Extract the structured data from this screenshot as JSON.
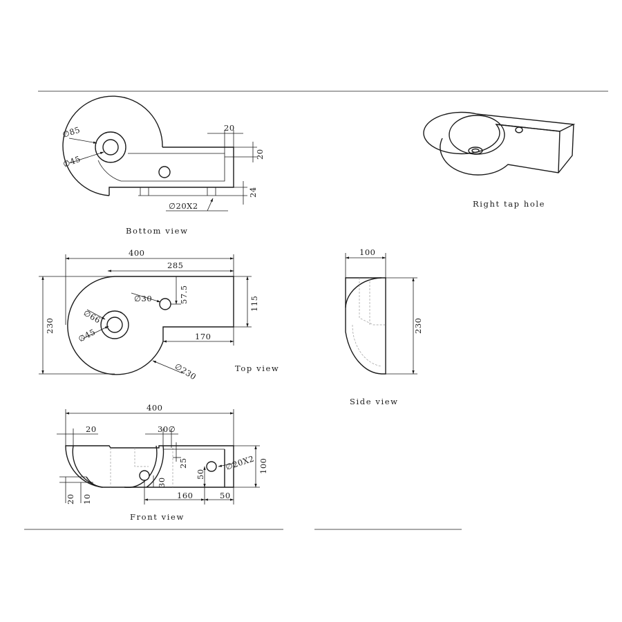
{
  "views": {
    "bottom": {
      "caption": "Bottom view",
      "dims": {
        "dia85": "∅85",
        "dia45": "∅45",
        "w20": "20",
        "h20": "20",
        "h24": "24",
        "dia20x2": "∅20X2"
      }
    },
    "top": {
      "caption": "Top view",
      "dims": {
        "w400": "400",
        "w285": "285",
        "h230": "230",
        "dia30": "∅30",
        "h57": "57.5",
        "h115": "115",
        "dia66": "∅66",
        "dia45": "∅45",
        "w170": "170",
        "dia230": "∅230"
      }
    },
    "side": {
      "caption": "Side view",
      "dims": {
        "w100": "100",
        "h230": "230"
      }
    },
    "front": {
      "caption": "Front view",
      "dims": {
        "w400": "400",
        "w20": "20",
        "dia30": "30∅",
        "h25": "25",
        "dia20x2": "∅20X2",
        "h100": "100",
        "h50": "50",
        "h30": "30",
        "h20": "20",
        "h10": "10",
        "w160": "160",
        "w50": "50"
      }
    },
    "iso": {
      "caption": "Right tap hole"
    }
  }
}
